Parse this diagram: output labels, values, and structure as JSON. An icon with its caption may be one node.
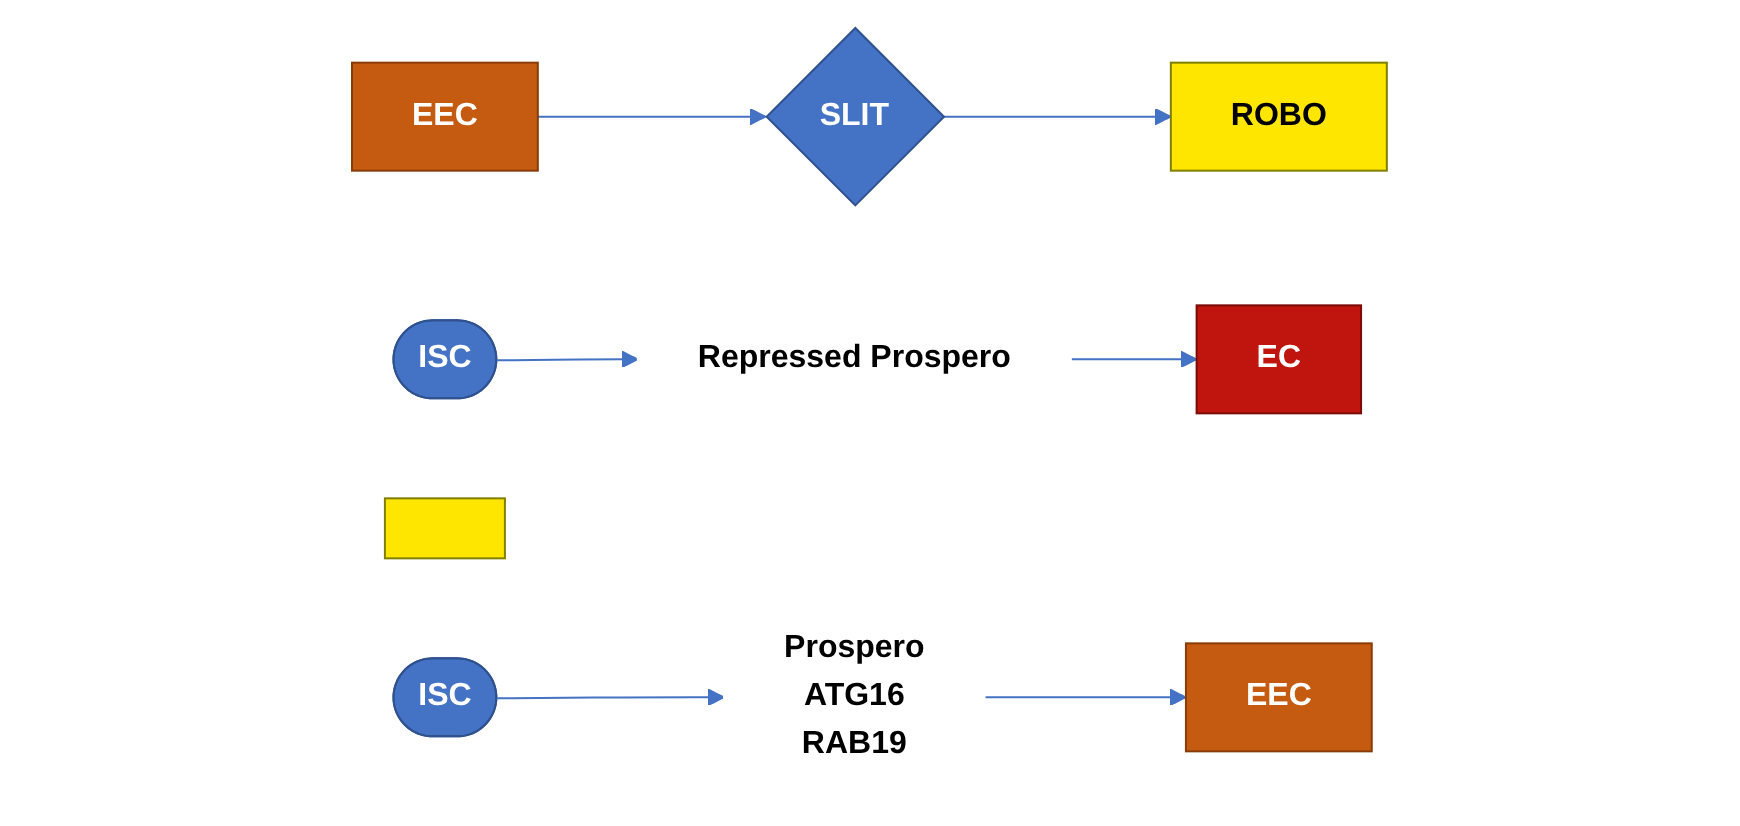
{
  "diagram": {
    "nodes": [
      {
        "text": [
          "EEC"
        ]
      },
      {
        "text": [
          "SLIT"
        ]
      },
      {
        "text": [
          "ROBO"
        ]
      },
      {
        "text": [
          "ISC"
        ]
      },
      {
        "text": [
          "Repressed Prospero"
        ]
      },
      {
        "text": [
          "EC"
        ]
      },
      {
        "text": [],
        "shape": "bar"
      },
      {
        "text": [
          "ISC"
        ]
      },
      {
        "text": [
          "Prospero",
          "ATG16",
          "RAB19"
        ]
      },
      {
        "text": [
          "EEC"
        ]
      }
    ],
    "edges": [
      {
        "from": 0,
        "to": 1,
        "arrow": "to"
      },
      {
        "from": 1,
        "to": 2,
        "arrow": "to"
      },
      {
        "from": 3,
        "to": 4,
        "arrow": "to"
      },
      {
        "from": 4,
        "to": 5,
        "arrow": "to"
      },
      {
        "from": 7,
        "to": 8,
        "arrow": "to"
      },
      {
        "from": 8,
        "to": 9,
        "arrow": "to"
      }
    ]
  }
}
